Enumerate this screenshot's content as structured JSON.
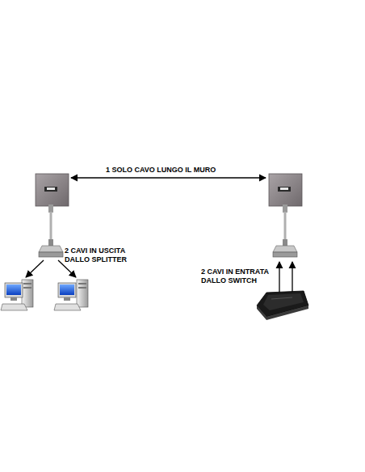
{
  "diagram": {
    "labels": [
      "1 SOLO CAVO LUNGO IL MURO",
      "2 CAVI IN USCITA DALLO SPLITTER",
      "2 CAVI IN ENTRATA DALLO SWITCH"
    ]
  }
}
